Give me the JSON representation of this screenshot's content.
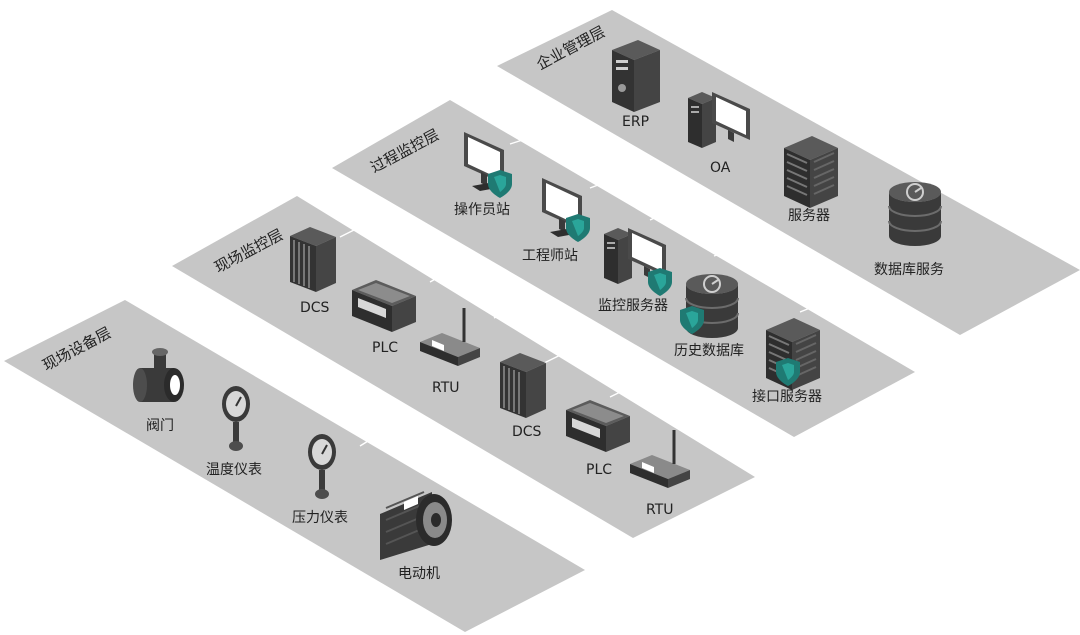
{
  "layers": {
    "enterprise": {
      "title": "企业管理层",
      "devices": {
        "erp": "ERP",
        "oa": "OA",
        "server": "服务器",
        "db_service": "数据库服务"
      }
    },
    "process": {
      "title": "过程监控层",
      "devices": {
        "operator": "操作员站",
        "engineer": "工程师站",
        "monitor_server": "监控服务器",
        "history_db": "历史数据库",
        "interface_server": "接口服务器"
      }
    },
    "field_control": {
      "title": "现场监控层",
      "devices": {
        "dcs1": "DCS",
        "plc1": "PLC",
        "rtu1": "RTU",
        "dcs2": "DCS",
        "plc2": "PLC",
        "rtu2": "RTU"
      }
    },
    "field_device": {
      "title": "现场设备层",
      "devices": {
        "valve": "阀门",
        "temp": "温度仪表",
        "pressure": "压力仪表",
        "motor": "电动机"
      }
    }
  },
  "colors": {
    "layer_fill": "#c6c6c6",
    "device_dark": "#3a3a3a",
    "device_mid": "#5c5c5c",
    "screen": "#ffffff",
    "shield": "#1f7a73"
  }
}
